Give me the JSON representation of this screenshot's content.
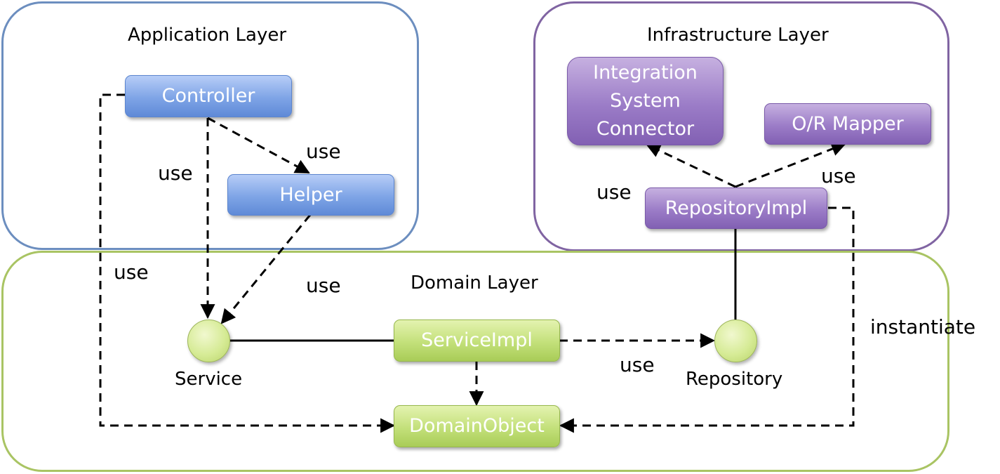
{
  "layers": {
    "application": "Application Layer",
    "infrastructure": "Infrastructure Layer",
    "domain": "Domain Layer"
  },
  "components": {
    "controller": "Controller",
    "helper": "Helper",
    "integration_connector": "Integration System Connector",
    "or_mapper": "O/R Mapper",
    "repository_impl": "RepositoryImpl",
    "service_impl": "ServiceImpl",
    "domain_object": "DomainObject"
  },
  "interfaces": {
    "service": "Service",
    "repository": "Repository"
  },
  "relations": {
    "controller_service": "use",
    "controller_helper": "use",
    "helper_service": "use",
    "controller_domainobject": "use",
    "serviceimpl_repository": "use",
    "repoimpl_connector": "use",
    "repoimpl_mapper": "use",
    "repoimpl_domainobject": "instantiate"
  },
  "colors": {
    "application": "#6c8ebf",
    "infrastructure": "#8064a2",
    "domain": "#a9c463"
  }
}
